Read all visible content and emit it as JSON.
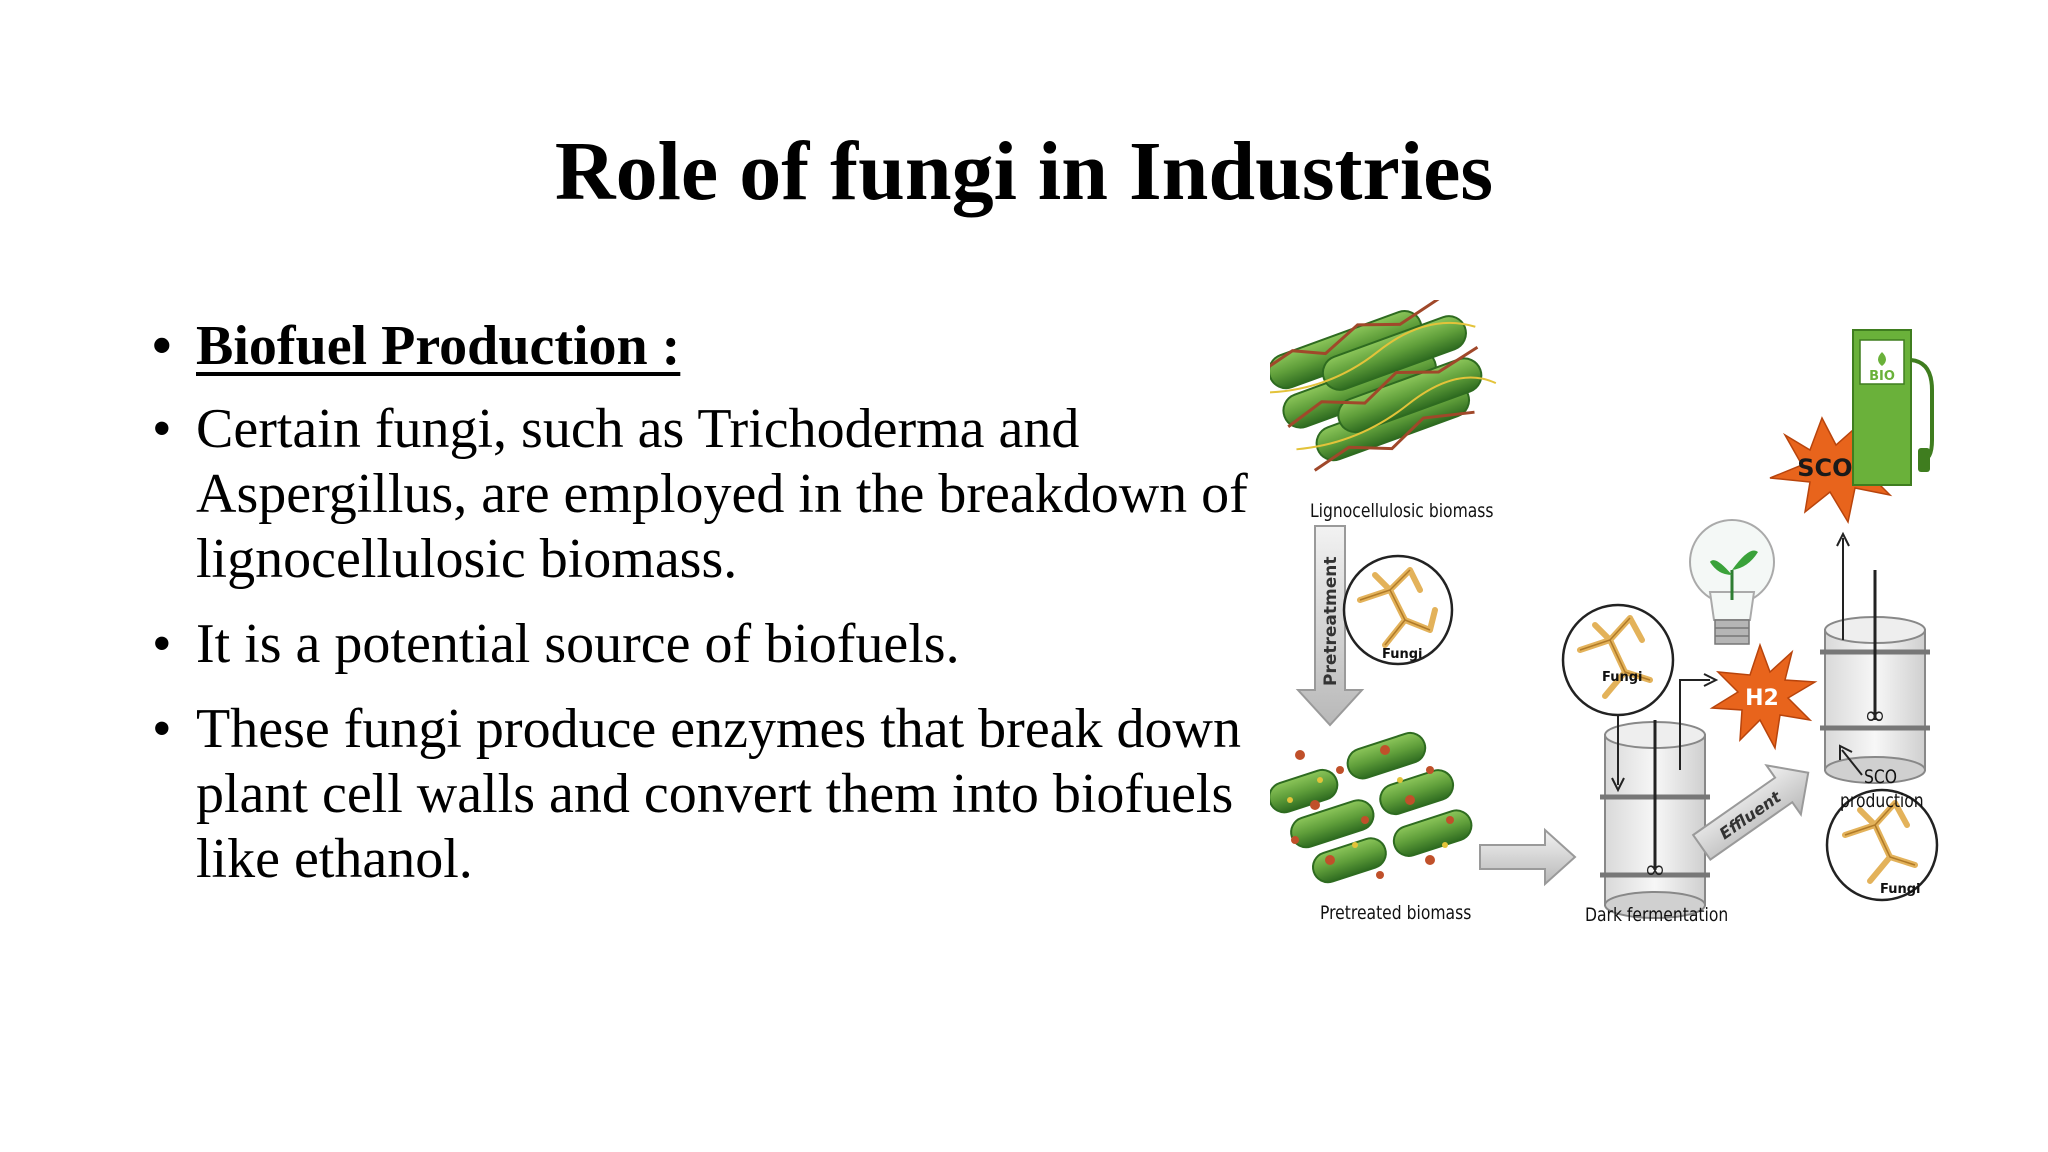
{
  "slide": {
    "title": "Role of fungi in Industries",
    "bullets": [
      "Biofuel Production :",
      "Certain fungi, such as Trichoderma and Aspergillus, are employed in the breakdown of lignocellulosic biomass.",
      "It is a potential source of biofuels.",
      "These fungi produce enzymes that break down plant cell walls and convert them into biofuels like ethanol."
    ],
    "bullet_symbol": "•"
  },
  "figure": {
    "labels": {
      "lignocellulosic": "Lignocellulosic biomass",
      "pretreatment": "Pretreatment",
      "pretreated": "Pretreated biomass",
      "dark_fermentation": "Dark fermentation",
      "effluent": "Effluent",
      "sco_production_1": "SCO",
      "sco_production_2": "production",
      "scos": "SCOs",
      "h2": "H2",
      "bio": "BIO",
      "fungi": "Fungi"
    },
    "colors": {
      "fiber_green": "#5f9e3a",
      "fiber_dark": "#2e6b20",
      "hyphae": "#e3b25a",
      "burst_orange": "#e8641c",
      "pump_green": "#6ab13a",
      "arrow_gray": "#c8c8c8"
    }
  }
}
